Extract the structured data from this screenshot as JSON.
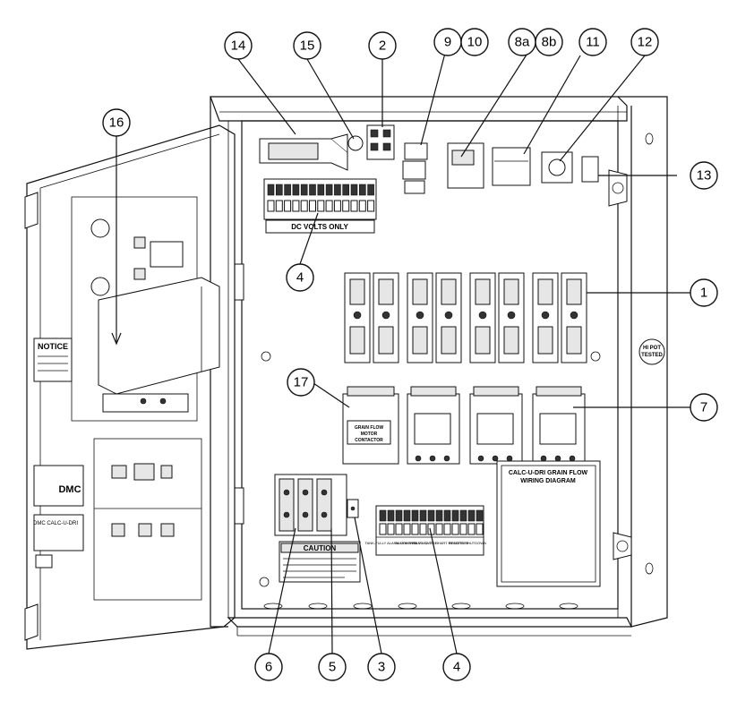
{
  "callouts": [
    "14",
    "15",
    "2",
    "9",
    "10",
    "8a",
    "8b",
    "11",
    "12",
    "13",
    "1",
    "7",
    "16",
    "17",
    "4",
    "6",
    "5",
    "3",
    "4"
  ],
  "labels": {
    "dc_volts": "DC VOLTS ONLY",
    "grain_flow_contactor": [
      "GRAIN FLOW",
      "MOTOR",
      "CONTACTOR"
    ],
    "wiring_diagram": [
      "CALC-U-DRI GRAIN FLOW",
      "WIRING DIAGRAM"
    ],
    "hi_pot": [
      "HI POT",
      "TESTED"
    ],
    "caution": "CAUTION",
    "notice": "NOTICE",
    "terminal_labels": [
      "TANK-FULLY ALARM CONTROL",
      "ALARM BYPASS SWITCH",
      "RE V.A.C. TO CHART RECORDER",
      "REMOTE SHUTDOWN"
    ],
    "door_plate": "DMC",
    "door_plate2": "DMC CALC-U-DRI"
  }
}
